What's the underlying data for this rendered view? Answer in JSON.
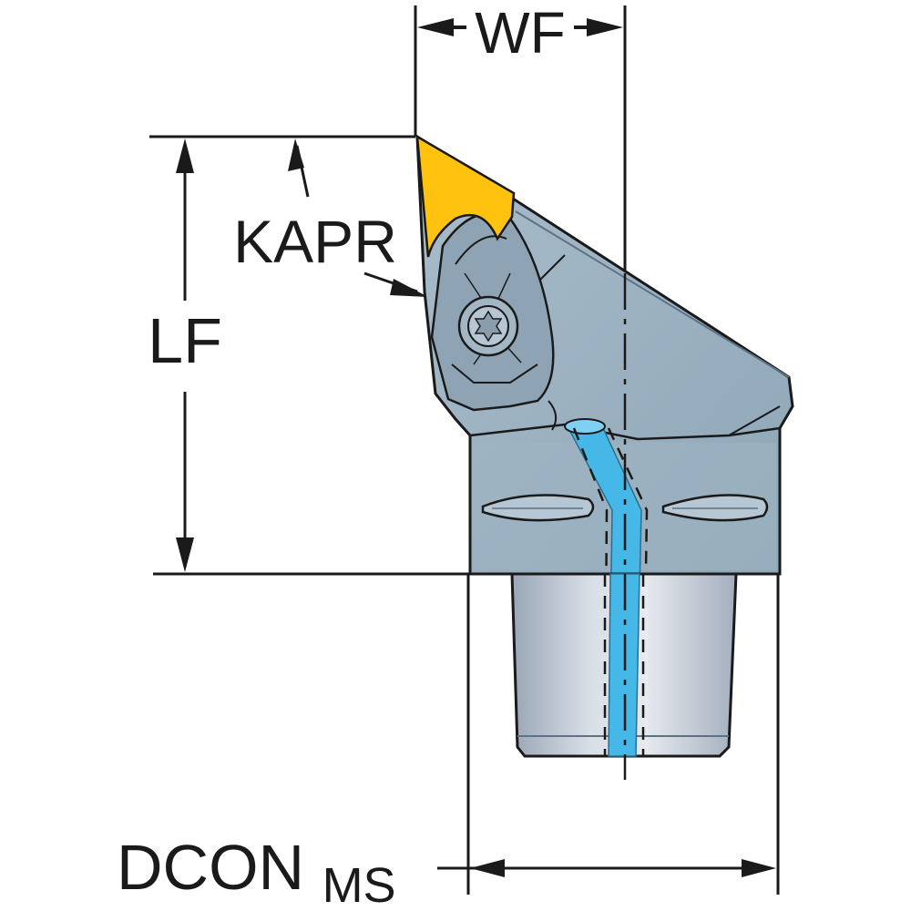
{
  "labels": {
    "wf": "WF",
    "kapr": "KAPR",
    "lf": "LF",
    "dcon": "DCON",
    "dcon_sub": "MS"
  },
  "colors": {
    "body": "#9db3c2",
    "body_dark": "#7f97a8",
    "shank": "#b4bfcc",
    "shank_light": "#dde3ea",
    "insert": "#ffc20e",
    "coolant": "#45b8e8",
    "outline": "#1a1a1a"
  }
}
